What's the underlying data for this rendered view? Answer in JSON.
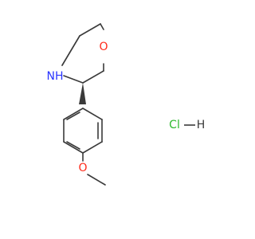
{
  "molecule": {
    "ring_oxygen": "O",
    "amine": "NH",
    "methoxy_oxygen": "O",
    "salt_chlorine": "Cl",
    "salt_hydrogen": "H"
  },
  "colors": {
    "bond": "#3a3a3a",
    "oxygen": "#ff2a1a",
    "nitrogen": "#2a35ff",
    "chlorine": "#2db82d"
  }
}
